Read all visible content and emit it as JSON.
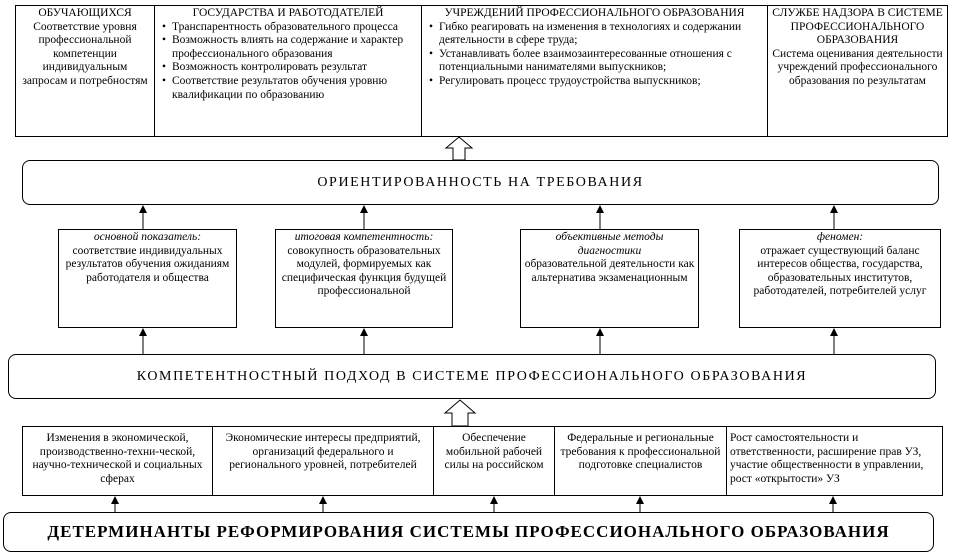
{
  "top": [
    {
      "title": "ОБУЧАЮЩИХСЯ",
      "text": "Соответствие уровня профессиональной компетенции индивидуальным запросам и потребностям"
    },
    {
      "title": "ГОСУДАРСТВА И РАБОТОДАТЕЛЕЙ",
      "items": [
        "Транспарентность образовательного процесса",
        "Возможность влиять на содержание и характер профессионального образования",
        "Возможность контролировать результат",
        "Соответствие результатов обучения уровню квалификации по образованию"
      ]
    },
    {
      "title": "УЧРЕЖДЕНИЙ ПРОФЕССИОНАЛЬНОГО ОБРАЗОВАНИЯ",
      "items": [
        "Гибко реагировать на изменения в технологиях и содержании деятельности в сфере труда;",
        "Устанавливать более взаимозаинтересованные отношения с потенциальными нанимателями выпускников;",
        "Регулировать процесс трудоустройства выпускников;"
      ]
    },
    {
      "title": "СЛУЖБЕ НАДЗОРА В СИСТЕМЕ ПРОФЕССИОНАЛЬНОГО ОБРАЗОВАНИЯ",
      "text": "Система оценивания деятельности учреждений профессионального образования по результатам"
    }
  ],
  "orientation": "ОРИЕНТИРОВАННОСТЬ НА ТРЕБОВАНИЯ",
  "middle": [
    {
      "label": "основной показатель:",
      "text": "соответствие индивидуальных результатов обучения ожиданиям работодателя и общества"
    },
    {
      "label": "итоговая компетентность:",
      "text": "совокупность образовательных модулей, формируемых как специфическая функция будущей профессиональной"
    },
    {
      "label": "объективные методы диагностики",
      "text": "образовательной деятельности как альтернатива экзаменационным"
    },
    {
      "label": "феномен:",
      "text": "отражает существующий баланс интересов общества, государства, образовательных институтов, работодателей, потребителей услуг"
    }
  ],
  "approach": "КОМПЕТЕНТНОСТНЫЙ ПОДХОД В СИСТЕМЕ ПРОФЕССИОНАЛЬНОГО ОБРАЗОВАНИЯ",
  "bottom": [
    "Изменения в экономической, производственно-техни-ческой, научно-технической и социальных сферах",
    "Экономические интересы предприятий, организаций федерального и регионального уровней, потребителей",
    "Обеспечение мобильной рабочей силы на российском",
    "Федеральные и региональные требования к профессиональной подготовке специалистов",
    "Рост самостоятельности и ответственности, расширение прав УЗ, участие общественности в управлении, рост «открытости» УЗ"
  ],
  "determinants": "ДЕТЕРМИНАНТЫ РЕФОРМИРОВАНИЯ СИСТЕМЫ ПРОФЕССИОНАЛЬНОГО ОБРАЗОВАНИЯ"
}
